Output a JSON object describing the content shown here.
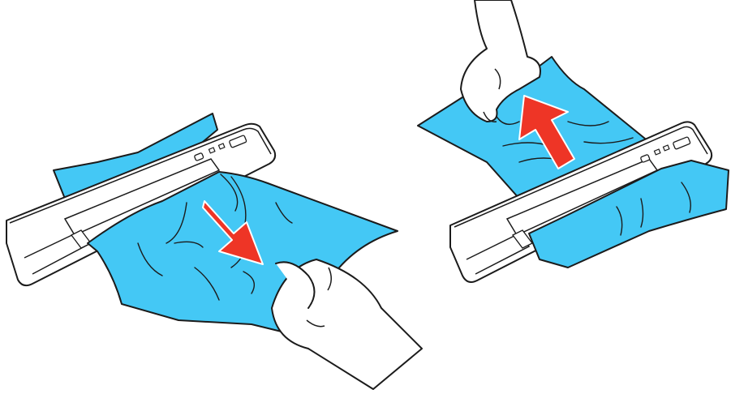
{
  "illustration": {
    "panels": [
      {
        "id": "left",
        "action": "pull-out-forward",
        "arrow": "down-right"
      },
      {
        "id": "right",
        "action": "pull-out-backward",
        "arrow": "up"
      }
    ]
  },
  "colors": {
    "paper": "#44c8f5",
    "arrow": "#ee3526",
    "outline": "#1b1b1b",
    "scanner_body": "#ffffff",
    "hand": "#ffffff"
  },
  "icons": [
    "scanner-icon",
    "paper-icon",
    "hand-icon",
    "arrow-icon"
  ]
}
